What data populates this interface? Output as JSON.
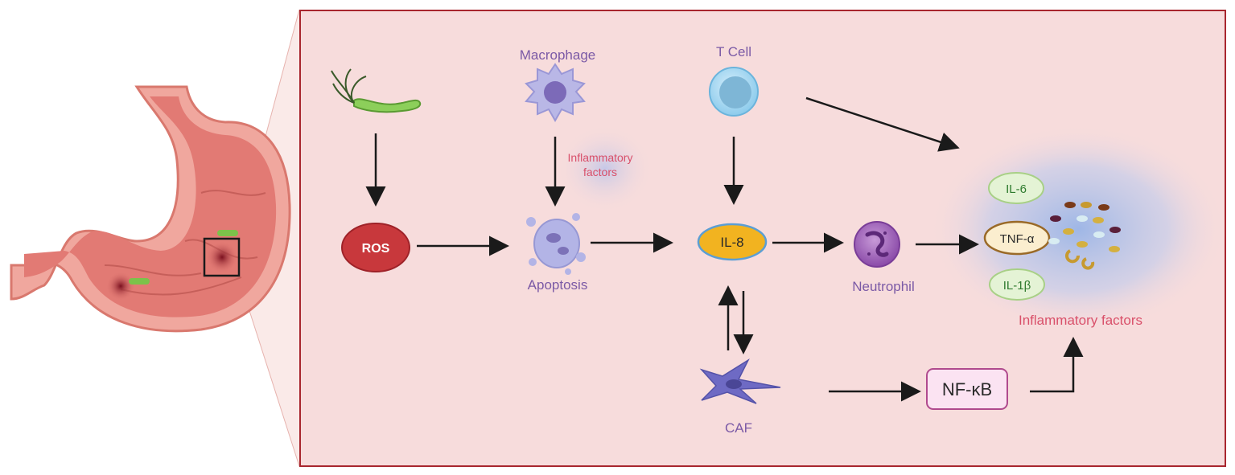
{
  "labels": {
    "macrophage": "Macrophage",
    "t_cell": "T Cell",
    "inflammatory_factors_small_line1": "Inflammatory",
    "inflammatory_factors_small_line2": "factors",
    "ros": "ROS",
    "apoptosis": "Apoptosis",
    "il8": "IL-8",
    "neutrophil": "Neutrophil",
    "caf": "CAF",
    "nfkb": "NF-κB",
    "il6": "IL-6",
    "tnfa": "TNF-α",
    "il1b": "IL-1β",
    "inflammatory_factors": "Inflammatory factors"
  },
  "colors": {
    "panel_fill": "#f7dcdc",
    "panel_border": "#a8262e",
    "cell_label": "#7b5aa6",
    "pink_label": "#d9506a",
    "ros_fill": "#c8383c",
    "il8_fill": "#f2b320",
    "nfkb_fill": "#fbe3f2",
    "nfkb_border": "#b04a8e",
    "cytokine_fill": "#e4f3d5",
    "tnf_fill": "#fbeecf",
    "cytokine_text": "#2e7a2e",
    "stomach": "#e9847a",
    "bacteria": "#7cc24a"
  }
}
